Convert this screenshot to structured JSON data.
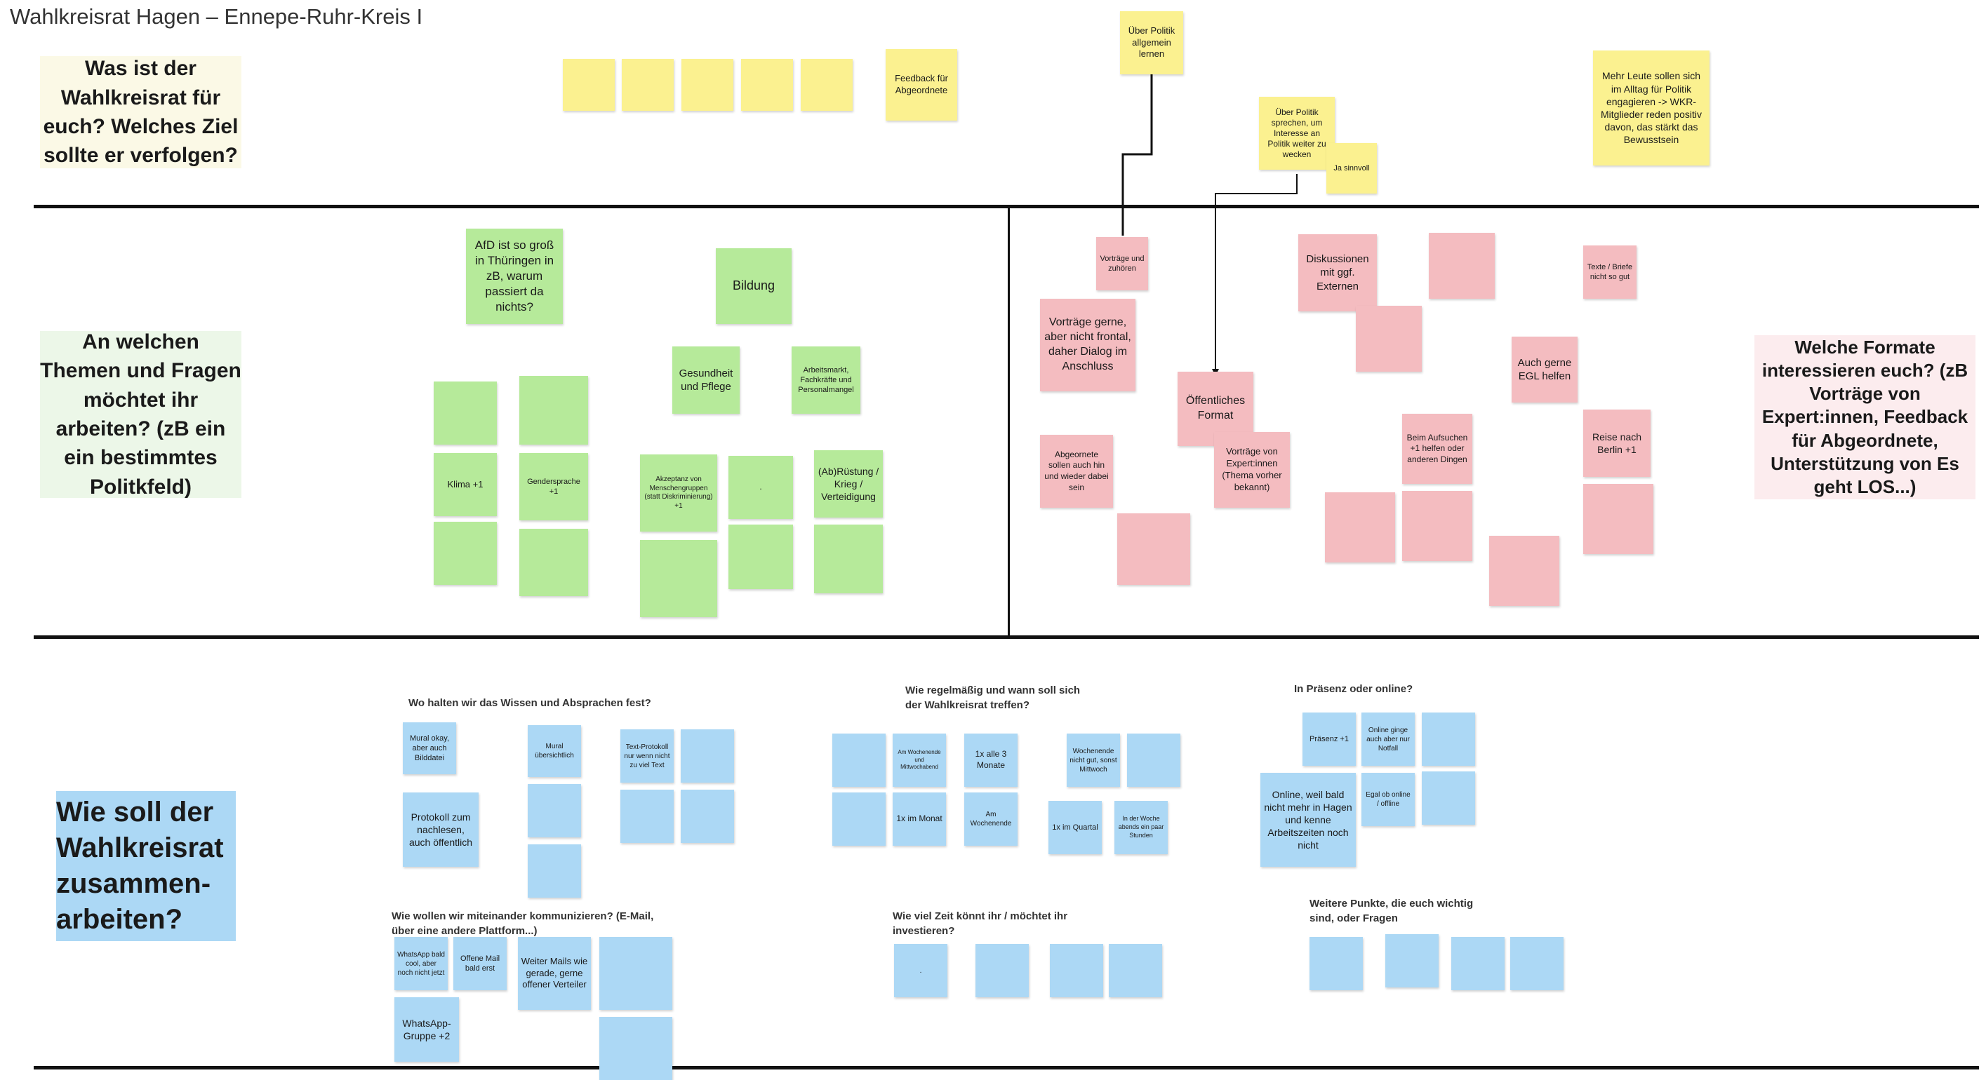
{
  "board_title": "Wahlkreisrat Hagen – Ennepe-Ruhr-Kreis I",
  "headings": {
    "row1": "Was ist der Wahlkreisrat für euch? Welches Ziel sollte er verfolgen?",
    "row2": "An welchen Themen und Fragen möchtet ihr arbeiten? (zB ein ein bestimmtes Politkfeld)",
    "row2_right": "Welche Formate interessieren euch? (zB Vorträge von Expert:innen, Feedback für Abgeordnete, Unterstützung von Es geht LOS...)",
    "row3": "Wie soll der Wahlkreisrat zusammen-arbeiten?"
  },
  "row1_notes": {
    "feedback": "Feedback für Abgeordnete",
    "politik_lernen": "Über Politik allgemein lernen",
    "interesse": "Über Politik sprechen, um Interesse an Politik weiter zu wecken",
    "ja_sinnvoll": "Ja sinnvoll",
    "mehr_leute": "Mehr Leute sollen sich im Alltag für Politik engagieren -> WKR-Mitglieder reden positiv davon, das stärkt das Bewusstsein"
  },
  "themen_notes": {
    "afd": "AfD ist so groß in Thüringen in zB, warum passiert da nichts?",
    "bildung": "Bildung",
    "gesundheit": "Gesundheit und Pflege",
    "arbeitsmarkt": "Arbeitsmarkt, Fachkräfte und Personalmangel",
    "klima": "Klima +1",
    "gendersprache": "Gendersprache +1",
    "akzeptanz": "Akzeptanz von Menschengruppen (statt Diskriminierung) +1",
    "dot": ".",
    "ruestung": "(Ab)Rüstung / Krieg / Verteidigung"
  },
  "format_notes": {
    "vortraege_zuhoeren": "Vorträge und zuhören",
    "vortraege_dialog": "Vorträge gerne, aber nicht frontal, daher Dialog im Anschluss",
    "abgeordnete": "Abgeornete sollen auch hin und wieder dabei sein",
    "oeffentlich": "Öffentliches Format",
    "expertinnen": "Vorträge von Expert:innen (Thema vorher bekannt)",
    "diskussionen": "Diskussionen mit ggf. Externen",
    "beim_aufsuchen": "Beim Aufsuchen +1 helfen oder anderen Dingen",
    "egl": "Auch gerne EGL helfen",
    "texte": "Texte / Briefe nicht so gut",
    "reise": "Reise nach Berlin +1"
  },
  "section_labels": {
    "wissen": "Wo halten wir das Wissen und Absprachen fest?",
    "regelmaessig": "Wie regelmäßig und wann soll sich der Wahlkreisrat treffen?",
    "praesenz": "In Präsenz oder online?",
    "kommunizieren": "Wie wollen wir miteinander kommunizieren? (E-Mail, über eine andere Plattform...)",
    "zeit": "Wie viel Zeit könnt ihr / möchtet ihr investieren?",
    "weitere": "Weitere Punkte, die euch wichtig sind, oder Fragen"
  },
  "work_notes": {
    "mural_okay": "Mural okay, aber auch Bilddatei",
    "mural_uebersichtlich": "Mural übersichtlich",
    "text_protokoll": "Text-Protokoll nur wenn nicht zu viel Text",
    "protokoll": "Protokoll zum nachlesen, auch öffentlich",
    "am_wochenende_mitte": "Am Wochenende und Mittwochabend",
    "alle3": "1x alle 3 Monate",
    "wochenende_nicht_gut": "Wochenende nicht gut, sonst Mittwoch",
    "monat": "1x im Monat",
    "am_wochenende": "Am Wochenende",
    "quartal": "1x im Quartal",
    "abends": "In der Woche abends ein paar Stunden",
    "praesenz": "Präsenz +1",
    "online_notfall": "Online ginge auch aber nur Notfall",
    "online_bald": "Online, weil bald nicht mehr in Hagen und kenne Arbeitszeiten noch nicht",
    "egal": "Egal ob online / offline",
    "whatsapp_cool": "WhatsApp bald cool, aber noch nicht jetzt",
    "offene_mail": "Offene Mail bald erst",
    "weiter_mails": "Weiter Mails wie gerade, gerne offener Verteiler",
    "whatsapp_gruppe": "WhatsApp-Gruppe +2",
    "zeit_dot": "."
  }
}
